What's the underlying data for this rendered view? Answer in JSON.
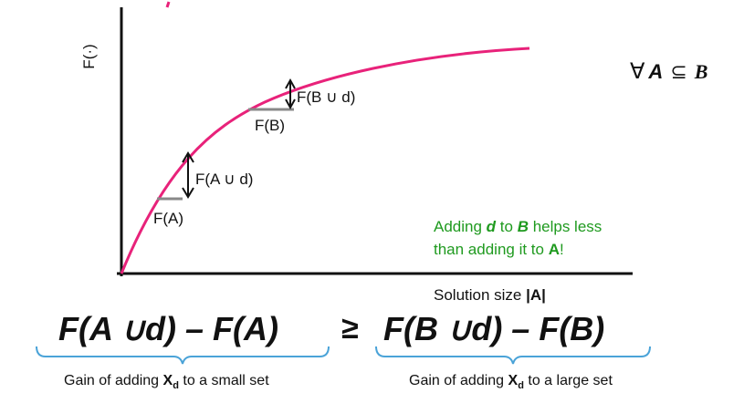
{
  "y_axis_label": "F(·)",
  "x_axis_label_prefix": "Solution size ",
  "x_axis_label_var": "|A|",
  "forall_symbol": "∀",
  "forall_A": "A",
  "subset_symbol": "⊆",
  "forall_B": "B",
  "label_FA": "F(A)",
  "label_FB": "F(B)",
  "label_FAud": "F(A ∪ d)",
  "label_FBud": "F(B ∪ d)",
  "note": {
    "line1_pre": "Adding ",
    "line1_d": "d",
    "line1_mid": " to ",
    "line1_B": "B",
    "line1_post": " helps less",
    "line2_pre": "than adding it to ",
    "line2_A": "A",
    "line2_post": "!"
  },
  "inequality": {
    "left": "F(A ∪d) – F(A)",
    "op": "≥",
    "right": "F(B ∪d) – F(B)"
  },
  "gain_small": {
    "pre": "Gain of adding ",
    "x": "X",
    "sub": "d",
    "post": " to a small set"
  },
  "gain_large": {
    "pre": "Gain of adding ",
    "x": "X",
    "sub": "d",
    "post": " to a large set"
  },
  "colors": {
    "curve": "#e8227a",
    "note": "#1f9a1f",
    "brace": "#4aa3d8",
    "tick": "#888888"
  }
}
